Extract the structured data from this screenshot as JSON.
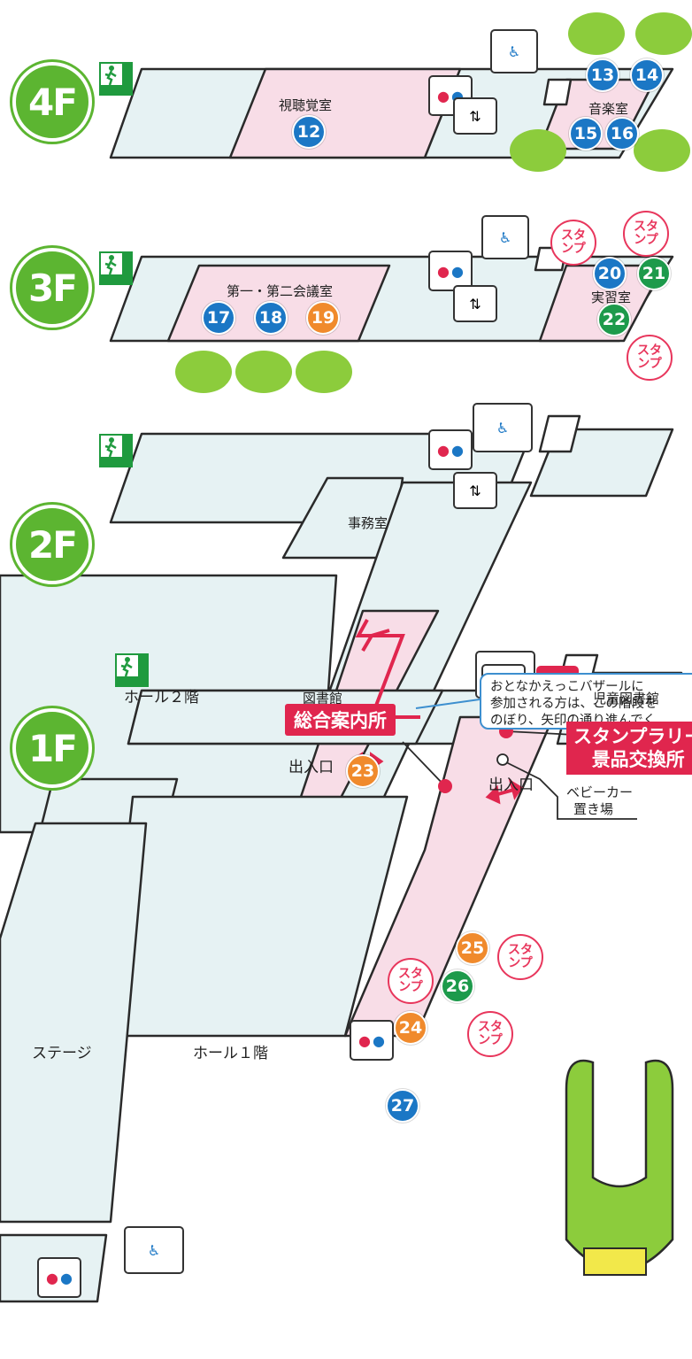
{
  "colors": {
    "floor_fill": "#e6f2f3",
    "room_fill": "#f8dde7",
    "outline": "#2a2a2a",
    "badge_green": "#5cb531",
    "blue_num": "#1b77c5",
    "green_num": "#1d9a4b",
    "orange_num": "#f08a2c",
    "red": "#e0264e",
    "frog": "#8ccc3c"
  },
  "floors": {
    "f4": {
      "badge": "4F",
      "rooms": {
        "av_room": "視聴覚室",
        "music_room": "音楽室"
      },
      "points": [
        "12",
        "13",
        "14",
        "15",
        "16"
      ]
    },
    "f3": {
      "badge": "3F",
      "rooms": {
        "conference": "第一・第二会議室",
        "practice": "実習室"
      },
      "points": [
        "17",
        "18",
        "19",
        "20",
        "21",
        "22"
      ]
    },
    "f2": {
      "badge": "2F",
      "rooms": {
        "office": "事務室",
        "hall2": "ホール２階"
      },
      "points": [
        "23"
      ],
      "callout": {
        "line1": "おとなかえっこバザールに",
        "line2": "参加される方は、この階段を",
        "line3": "のぼり、矢印の通り進んでく"
      }
    },
    "f1": {
      "badge": "1F",
      "rooms": {
        "library": "図書館",
        "kids_library": "児童図書館",
        "stage": "ステージ",
        "hall1": "ホール１階",
        "stroller": "ベビーカー",
        "stroller2": "置き場"
      },
      "entrance_left": "出入口",
      "entrance_right": "出入口",
      "info_desk": "総合案内所",
      "stamp_rally_1": "スタンプラリー",
      "stamp_rally_2": "景品交換所",
      "points": [
        "24",
        "25",
        "26",
        "27"
      ]
    }
  },
  "stamp_text": {
    "line1": "スタ",
    "line2": "ンプ"
  },
  "icons": {
    "exit": "emergency-exit-icon",
    "toilet": "toilet-icon",
    "accessible": "wheelchair-icon",
    "elevator": "elevator-icon",
    "stairs": "stairs-icon",
    "frog": "frog-mascot-icon"
  }
}
